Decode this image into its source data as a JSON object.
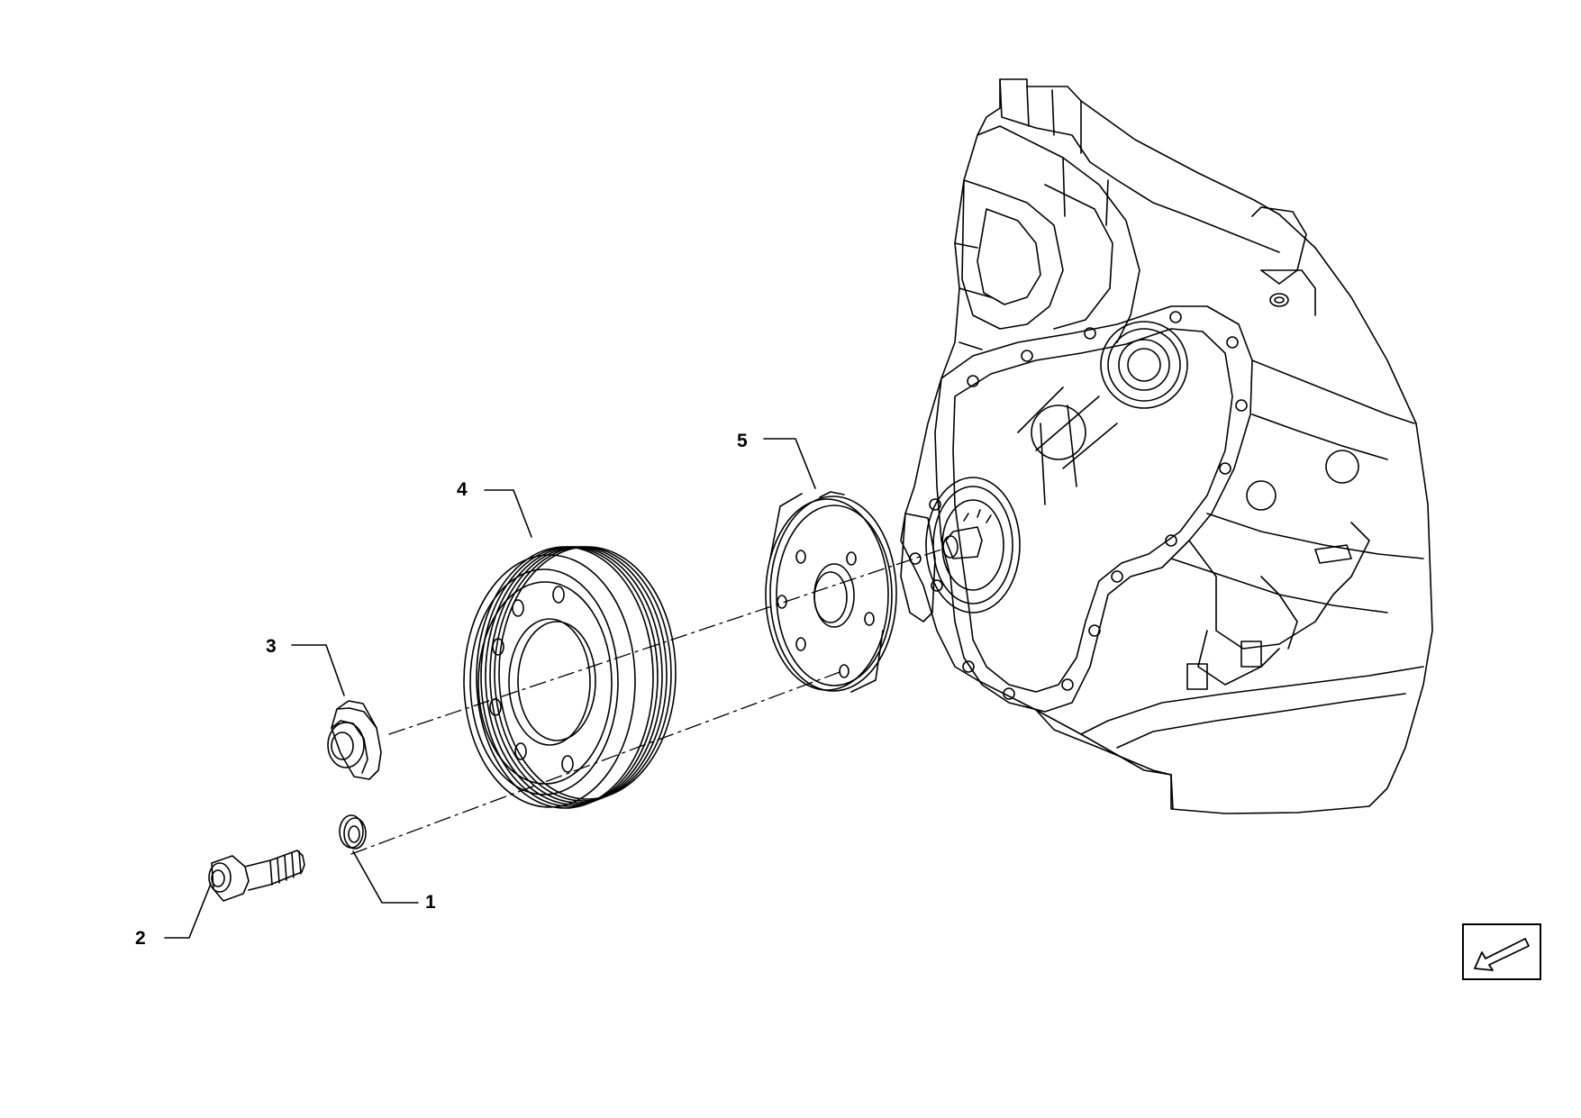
{
  "diagram": {
    "callouts": [
      {
        "id": "c1",
        "label": "1",
        "part": "washer"
      },
      {
        "id": "c2",
        "label": "2",
        "part": "bolt"
      },
      {
        "id": "c3",
        "label": "3",
        "part": "nut"
      },
      {
        "id": "c4",
        "label": "4",
        "part": "pulley"
      },
      {
        "id": "c5",
        "label": "5",
        "part": "spacer"
      }
    ],
    "navigation_icon": "arrow-down-left-icon"
  }
}
